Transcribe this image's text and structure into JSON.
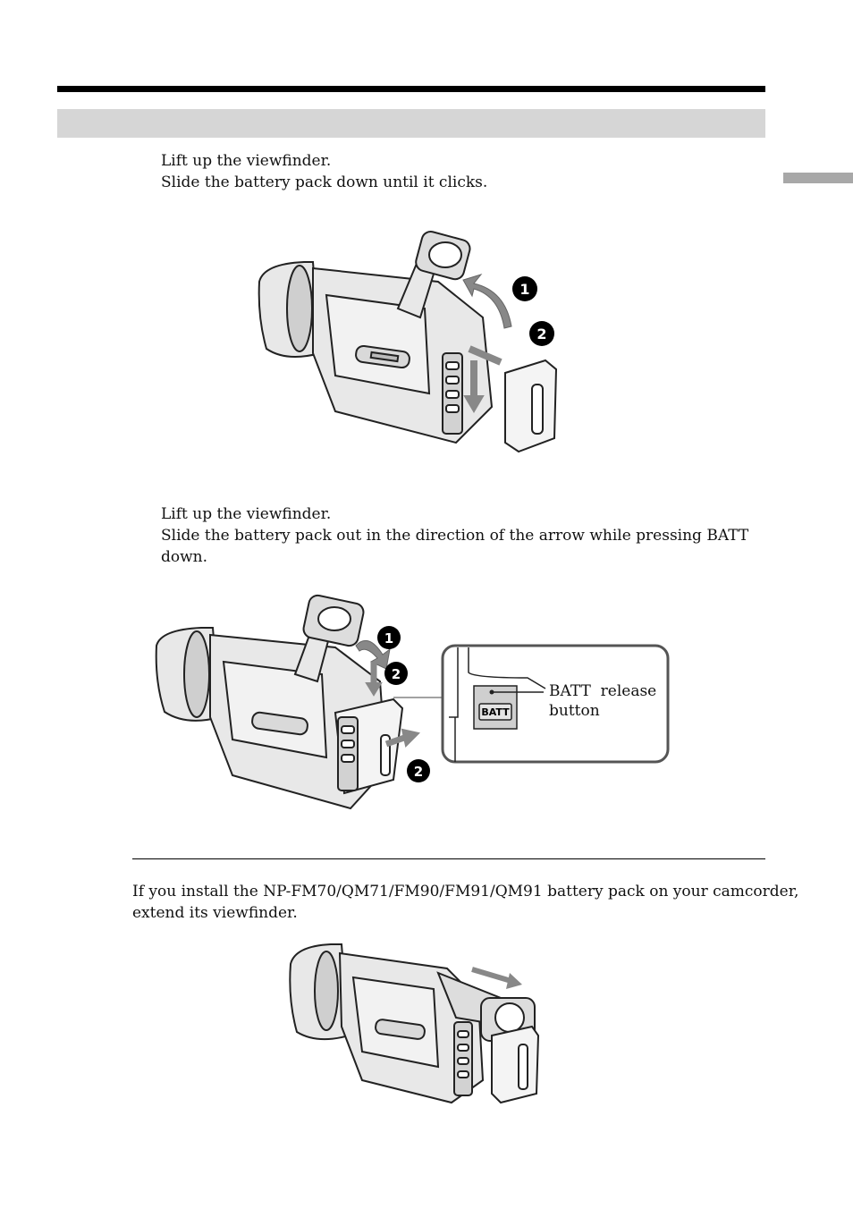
{
  "header": {
    "section_title": ""
  },
  "install": {
    "steps": [
      {
        "number": "1",
        "text": "Lift up the viewfinder."
      },
      {
        "number": "2",
        "text": "Slide the battery pack down until it clicks."
      }
    ]
  },
  "remove": {
    "steps": [
      {
        "number": "1",
        "text": "Lift up the viewfinder."
      },
      {
        "number": "2",
        "text": "Slide the battery pack out in the direction of the arrow while pressing BATT"
      }
    ],
    "step2_continued": "down.",
    "callout": {
      "label_line1": "BATT  release",
      "label_line2": "button",
      "button_text": "BATT"
    }
  },
  "note": {
    "line1": "If you install the NP-FM70/QM71/FM90/FM91/QM91 battery pack on your camcorder,",
    "line2": "extend its viewfinder."
  },
  "markers": {
    "one": "1",
    "two": "2"
  }
}
